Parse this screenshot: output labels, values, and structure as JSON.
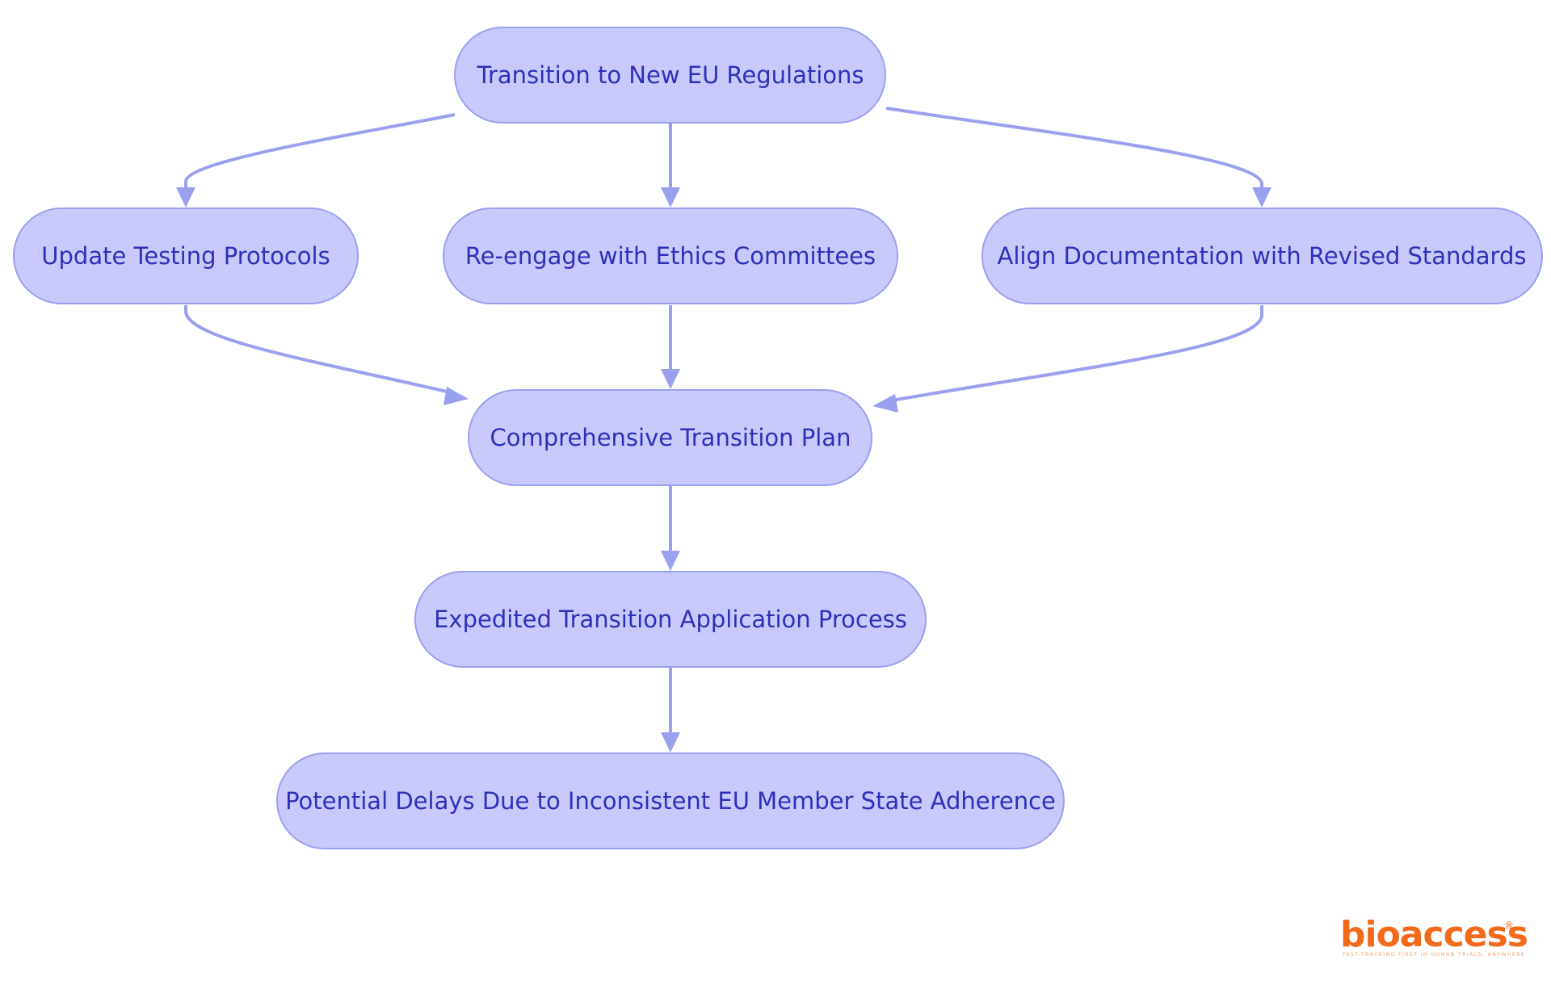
{
  "nodes": {
    "transition": "Transition to New EU Regulations",
    "update_testing": "Update Testing Protocols",
    "reengage_ethics": "Re-engage with Ethics Committees",
    "align_docs": "Align Documentation with Revised Standards",
    "comprehensive_plan": "Comprehensive Transition Plan",
    "expedited_process": "Expedited Transition Application Process",
    "potential_delays": "Potential Delays Due to Inconsistent EU Member State Adherence"
  },
  "edges": [
    {
      "from": "transition",
      "to": "update_testing"
    },
    {
      "from": "transition",
      "to": "reengage_ethics"
    },
    {
      "from": "transition",
      "to": "align_docs"
    },
    {
      "from": "update_testing",
      "to": "comprehensive_plan"
    },
    {
      "from": "reengage_ethics",
      "to": "comprehensive_plan"
    },
    {
      "from": "align_docs",
      "to": "comprehensive_plan"
    },
    {
      "from": "comprehensive_plan",
      "to": "expedited_process"
    },
    {
      "from": "expedited_process",
      "to": "potential_delays"
    }
  ],
  "logo": {
    "wordmark": "bioaccess",
    "registered": "®",
    "tagline": "FAST-TRACKING FIRST-IN-HUMAN TRIALS. ANYWHERE"
  },
  "colors": {
    "node_fill": "#c9c9fc",
    "node_stroke": "#9aa0ee",
    "node_text": "#2e31b8",
    "edge": "#9aa0ee",
    "logo": "#f26a1b"
  }
}
